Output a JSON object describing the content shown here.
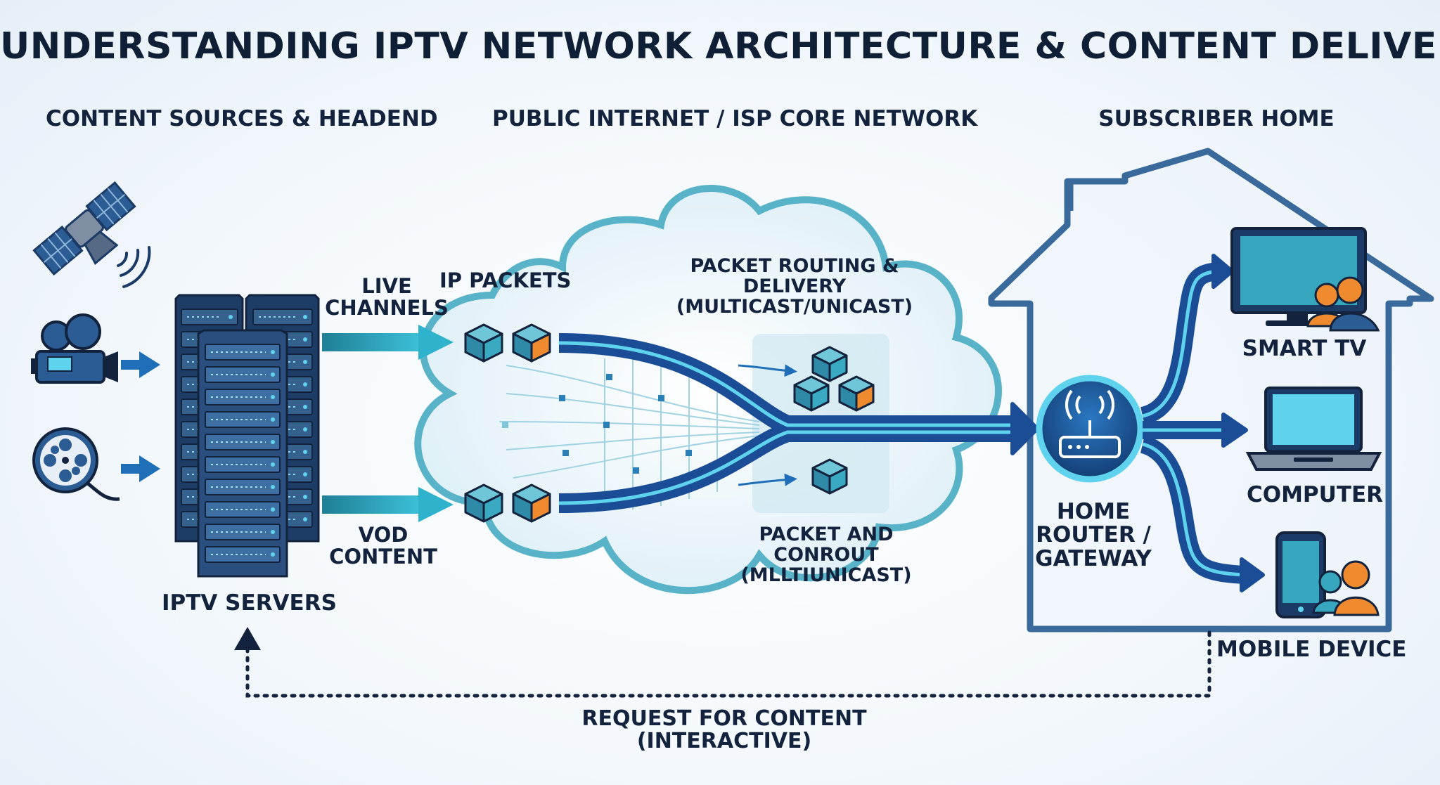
{
  "title": "UNDERSTANDING IPTV NETWORK ARCHITECTURE & CONTENT DELIVERY",
  "sections": {
    "headend": "CONTENT SOURCES & HEADEND",
    "core": "PUBLIC INTERNET / ISP CORE NETWORK",
    "home": "SUBSCRIBER HOME"
  },
  "labels": {
    "live_line1": "LIVE",
    "live_line2": "CHANNELS",
    "vod_line1": "VOD",
    "vod_line2": "CONTENT",
    "iptv_servers": "IPTV SERVERS",
    "ip_packets": "IP PACKETS",
    "routing_line1": "PACKET ROUTING &",
    "routing_line2": "DELIVERY",
    "routing_line3": "(MULTICAST/UNICAST)",
    "packet_line1": "PACKET AND",
    "packet_line2": "CONROUT",
    "packet_line3": "(MLLTIUNICAST)",
    "router_line1": "HOME",
    "router_line2": "ROUTER /",
    "router_line3": "GATEWAY",
    "smart_tv": "SMART TV",
    "computer": "COMPUTER",
    "mobile": "MOBILE DEVICE",
    "request_line1": "REQUEST FOR CONTENT",
    "request_line2": "(INTERACTIVE)"
  },
  "icons": {
    "satellite": "satellite-icon",
    "camera": "video-camera-icon",
    "film": "film-reel-icon",
    "server": "server-rack-icon",
    "packet": "packet-cube-icon",
    "router": "wifi-router-icon",
    "tv": "smart-tv-icon",
    "laptop": "laptop-icon",
    "phone": "mobile-phone-icon",
    "user": "user-icon",
    "house": "house-outline-icon"
  },
  "colors": {
    "navy": "#1b3a66",
    "dark_navy": "#13233d",
    "blue": "#1f6fb8",
    "teal": "#36a7bf",
    "cyan": "#5fd3ee",
    "orange": "#ef8a2e",
    "cloud_fill": "#e9f5fa",
    "cloud_stroke": "#58b3c8",
    "house_stroke": "#3a6a9c"
  }
}
